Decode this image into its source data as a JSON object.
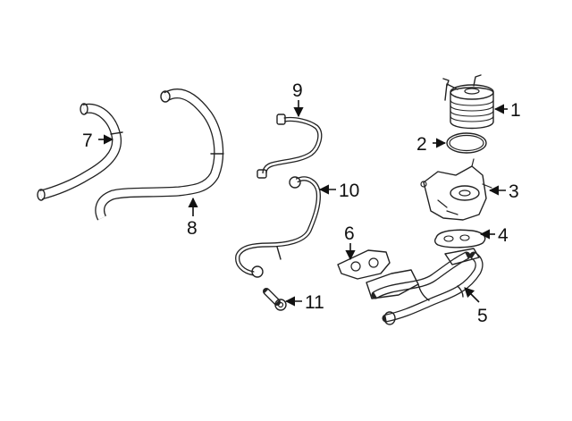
{
  "callouts": [
    {
      "key": "p1",
      "label": "1"
    },
    {
      "key": "p2",
      "label": "2"
    },
    {
      "key": "p3",
      "label": "3"
    },
    {
      "key": "p4",
      "label": "4"
    },
    {
      "key": "p5",
      "label": "5"
    },
    {
      "key": "p6",
      "label": "6"
    },
    {
      "key": "p7",
      "label": "7"
    },
    {
      "key": "p8",
      "label": "8"
    },
    {
      "key": "p9",
      "label": "9"
    },
    {
      "key": "p10",
      "label": "10"
    },
    {
      "key": "p11",
      "label": "11"
    }
  ],
  "parts": {
    "p1": "oil-cooler",
    "p2": "o-ring",
    "p3": "cooler-housing",
    "p4": "gasket",
    "p5": "coolant-pipe",
    "p6": "pipe-gasket",
    "p7": "upper-hose",
    "p8": "lower-hose",
    "p9": "outlet-tube",
    "p10": "inlet-tube",
    "p11": "bolt"
  }
}
